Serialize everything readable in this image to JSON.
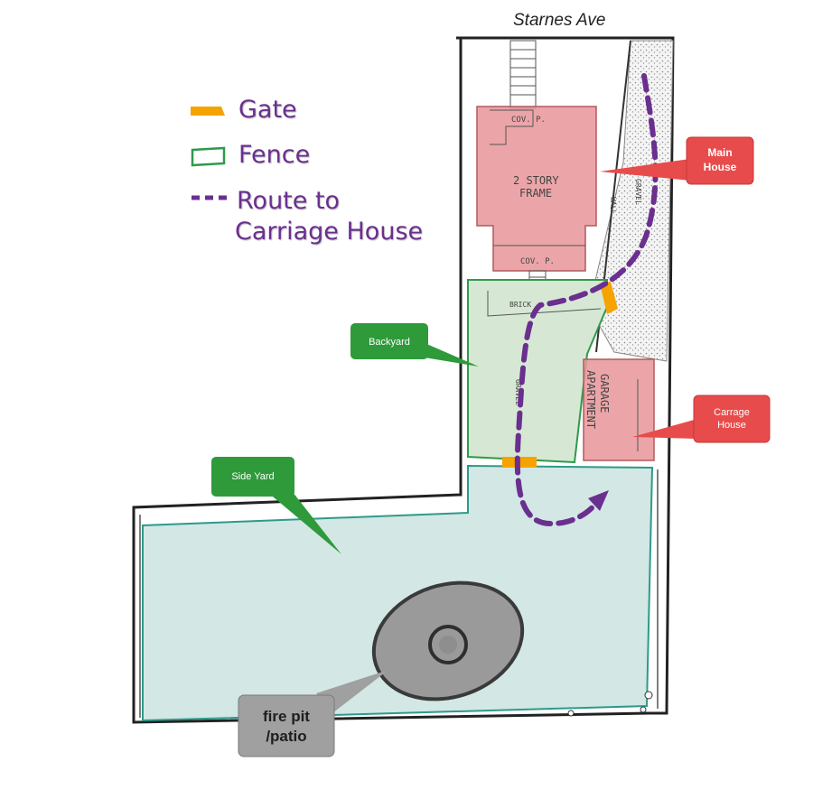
{
  "street_name": "Starnes Ave",
  "legend": {
    "gate": "Gate",
    "fence": "Fence",
    "route_line1": "Route to",
    "route_line2": "Carriage House"
  },
  "sketch_labels": {
    "cov_p_top": "COV. P.",
    "story_line1": "2 STORY",
    "story_line2": "FRAME",
    "cov_p_bottom": "COV. P.",
    "brick": "BRICK",
    "gravel": "GRAVEL",
    "wall": "WALL",
    "drive": "GRAVEL",
    "garage_line1": "GARAGE",
    "garage_line2": "APARTMENT"
  },
  "callouts": {
    "main_house_line1": "Main",
    "main_house_line2": "House",
    "carriage_line1": "Carrage",
    "carriage_line2": "House",
    "backyard": "Backyard",
    "side_yard": "Side Yard",
    "fire_pit_line1": "fire pit",
    "fire_pit_line2": "/patio"
  },
  "colors": {
    "gate": "#f5a300",
    "fence": "#2e9a4a",
    "route": "#6a2f8f",
    "house_fill": "#e8959a",
    "backyard_fill": "#d6e8d4",
    "side_yard_fill": "#d3e7e4",
    "red_callout": "#e84b4b",
    "green_callout": "#2e9a3a",
    "gray_callout": "#a0a0a0"
  }
}
